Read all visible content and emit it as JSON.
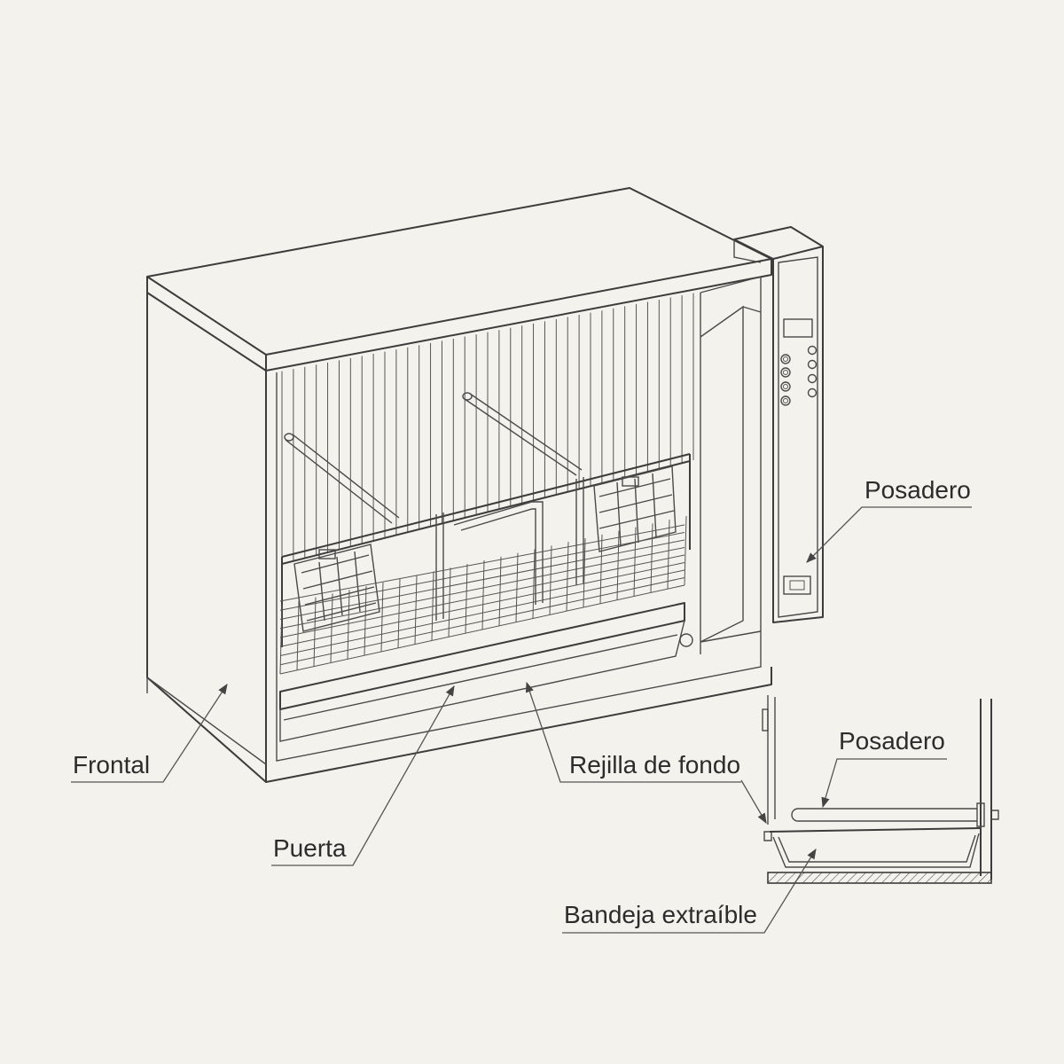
{
  "labels": {
    "posadero_top": "Posadero",
    "frontal": "Frontal",
    "rejilla": "Rejilla de fondo",
    "puerta": "Puerta",
    "posadero_detail": "Posadero",
    "bandeja": "Bandeja extraíble"
  },
  "colors": {
    "background": "#f3f2ec",
    "line": "#3c3c3c"
  }
}
